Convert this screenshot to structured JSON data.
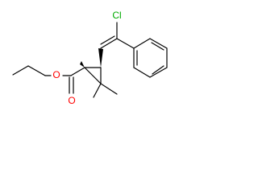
{
  "structure": {
    "atoms": {
      "chlorine": {
        "symbol": "Cl",
        "color": "#00aa00"
      },
      "ester_oxygen": {
        "symbol": "O",
        "color": "#ff0000"
      },
      "carbonyl_oxygen": {
        "symbol": "O",
        "color": "#ff0000"
      }
    }
  }
}
